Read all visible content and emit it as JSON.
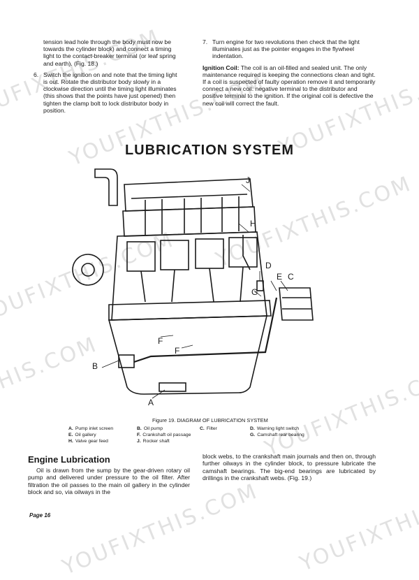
{
  "watermark": "YOUFIXTHIS.COM",
  "top_left": {
    "continued_text": "tension lead hole through the body must now be towards the cylinder block) and connect a timing light to the contact-breaker terminal (or leaf spring and earth). (Fig. 18.)",
    "step6_num": "6.",
    "step6_text": "Switch the ignition on and note that the timing light is out. Rotate the distributor body slowly in a clockwise direction until the timing light illuminates (this shows that the points have just opened) then tighten the clamp bolt to lock distributor body in position."
  },
  "top_right": {
    "step7_num": "7.",
    "step7_text": "Turn engine for two revolutions then check that the light illuminates just as the pointer engages in the flywheel indentation.",
    "ignition_heading": "Ignition Coil:",
    "ignition_text": "The coil is an oil-filled and sealed unit. The only maintenance required is keeping the connections clean and tight. If a coil is suspected of faulty operation remove it and temporarily connect a new coil: negative terminal to the distributor and positive terminal to the ignition. If the original coil is defective the new coil will correct the fault."
  },
  "section_title": "LUBRICATION SYSTEM",
  "diagram_labels": {
    "a": "A",
    "b": "B",
    "c": "C",
    "d": "D",
    "e": "E",
    "f1": "F",
    "f2": "F",
    "g": "G",
    "h": "H",
    "j": "J"
  },
  "figure_caption": "Figure 19.  DIAGRAM OF LUBRICATION SYSTEM",
  "legend": [
    {
      "key": "A.",
      "text": "Pump inlet screen"
    },
    {
      "key": "B.",
      "text": "Oil pump"
    },
    {
      "key": "C.",
      "text": "Filter"
    },
    {
      "key": "D.",
      "text": "Warning light switch"
    },
    {
      "key": "E.",
      "text": "Oil gallery"
    },
    {
      "key": "F.",
      "text": "Crankshaft oil passage"
    },
    {
      "key": "G.",
      "text": "Camshaft rear bearing"
    },
    {
      "key": "H.",
      "text": "Valve gear feed"
    },
    {
      "key": "J.",
      "text": "Rocker shaft"
    }
  ],
  "engine_lubrication": {
    "heading": "Engine Lubrication",
    "para_left": "Oil is drawn from the sump by the gear-driven rotary oil pump and delivered under pressure to the oil filter. After filtration the oil passes to the main oil gallery in the cylinder block and so, via oilways in the",
    "para_right": "block webs, to the crankshaft main journals and then on, through further oilways in the cylinder block, to pressure lubricate the camshaft bearings. The big-end bearings are lubricated by drillings in the crankshaft webs. (Fig. 19.)"
  },
  "page_number": "Page 16"
}
